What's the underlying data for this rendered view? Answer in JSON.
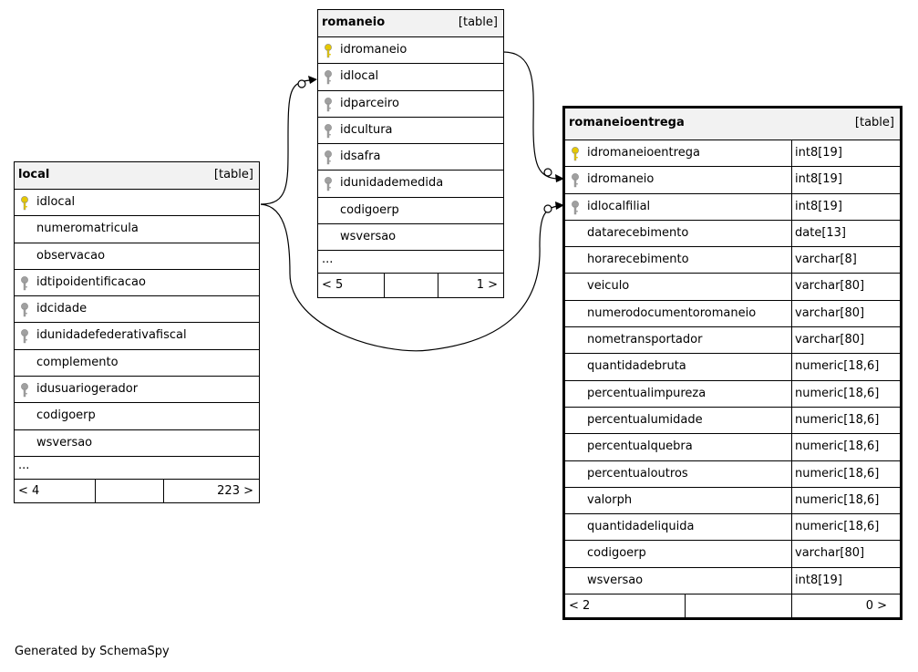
{
  "tables": {
    "romaneio": {
      "name": "romaneio",
      "kind": "[table]",
      "columns": [
        {
          "name": "idromaneio",
          "key": "primary"
        },
        {
          "name": "idlocal",
          "key": "foreign"
        },
        {
          "name": "idparceiro",
          "key": "foreign"
        },
        {
          "name": "idcultura",
          "key": "foreign"
        },
        {
          "name": "idsafra",
          "key": "foreign"
        },
        {
          "name": "idunidademedida",
          "key": "foreign"
        },
        {
          "name": "codigoerp",
          "key": "none"
        },
        {
          "name": "wsversao",
          "key": "none"
        }
      ],
      "more": "...",
      "footer_left": "< 5",
      "footer_right": "1 >"
    },
    "local": {
      "name": "local",
      "kind": "[table]",
      "columns": [
        {
          "name": "idlocal",
          "key": "primary"
        },
        {
          "name": "numeromatricula",
          "key": "none"
        },
        {
          "name": "observacao",
          "key": "none"
        },
        {
          "name": "idtipoidentificacao",
          "key": "foreign"
        },
        {
          "name": "idcidade",
          "key": "foreign"
        },
        {
          "name": "idunidadefederativafiscal",
          "key": "foreign"
        },
        {
          "name": "complemento",
          "key": "none"
        },
        {
          "name": "idusuariogerador",
          "key": "foreign"
        },
        {
          "name": "codigoerp",
          "key": "none"
        },
        {
          "name": "wsversao",
          "key": "none"
        }
      ],
      "more": "...",
      "footer_left": "< 4",
      "footer_right": "223 >"
    },
    "romaneioentrega": {
      "name": "romaneioentrega",
      "kind": "[table]",
      "columns": [
        {
          "name": "idromaneioentrega",
          "type": "int8[19]",
          "key": "primary"
        },
        {
          "name": "idromaneio",
          "type": "int8[19]",
          "key": "foreign"
        },
        {
          "name": "idlocalfilial",
          "type": "int8[19]",
          "key": "foreign"
        },
        {
          "name": "datarecebimento",
          "type": "date[13]",
          "key": "none"
        },
        {
          "name": "horarecebimento",
          "type": "varchar[8]",
          "key": "none"
        },
        {
          "name": "veiculo",
          "type": "varchar[80]",
          "key": "none"
        },
        {
          "name": "numerodocumentoromaneio",
          "type": "varchar[80]",
          "key": "none"
        },
        {
          "name": "nometransportador",
          "type": "varchar[80]",
          "key": "none"
        },
        {
          "name": "quantidadebruta",
          "type": "numeric[18,6]",
          "key": "none"
        },
        {
          "name": "percentualimpureza",
          "type": "numeric[18,6]",
          "key": "none"
        },
        {
          "name": "percentualumidade",
          "type": "numeric[18,6]",
          "key": "none"
        },
        {
          "name": "percentualquebra",
          "type": "numeric[18,6]",
          "key": "none"
        },
        {
          "name": "percentualoutros",
          "type": "numeric[18,6]",
          "key": "none"
        },
        {
          "name": "valorph",
          "type": "numeric[18,6]",
          "key": "none"
        },
        {
          "name": "quantidadeliquida",
          "type": "numeric[18,6]",
          "key": "none"
        },
        {
          "name": "codigoerp",
          "type": "varchar[80]",
          "key": "none"
        },
        {
          "name": "wsversao",
          "type": "int8[19]",
          "key": "none"
        }
      ],
      "footer_left": "< 2",
      "footer_right": "0 >"
    }
  },
  "colors": {
    "primary_key": "#e6c800",
    "foreign_key": "#a0a0a0",
    "header_bg": "#f2f2f2"
  },
  "generated_by": "Generated by SchemaSpy"
}
